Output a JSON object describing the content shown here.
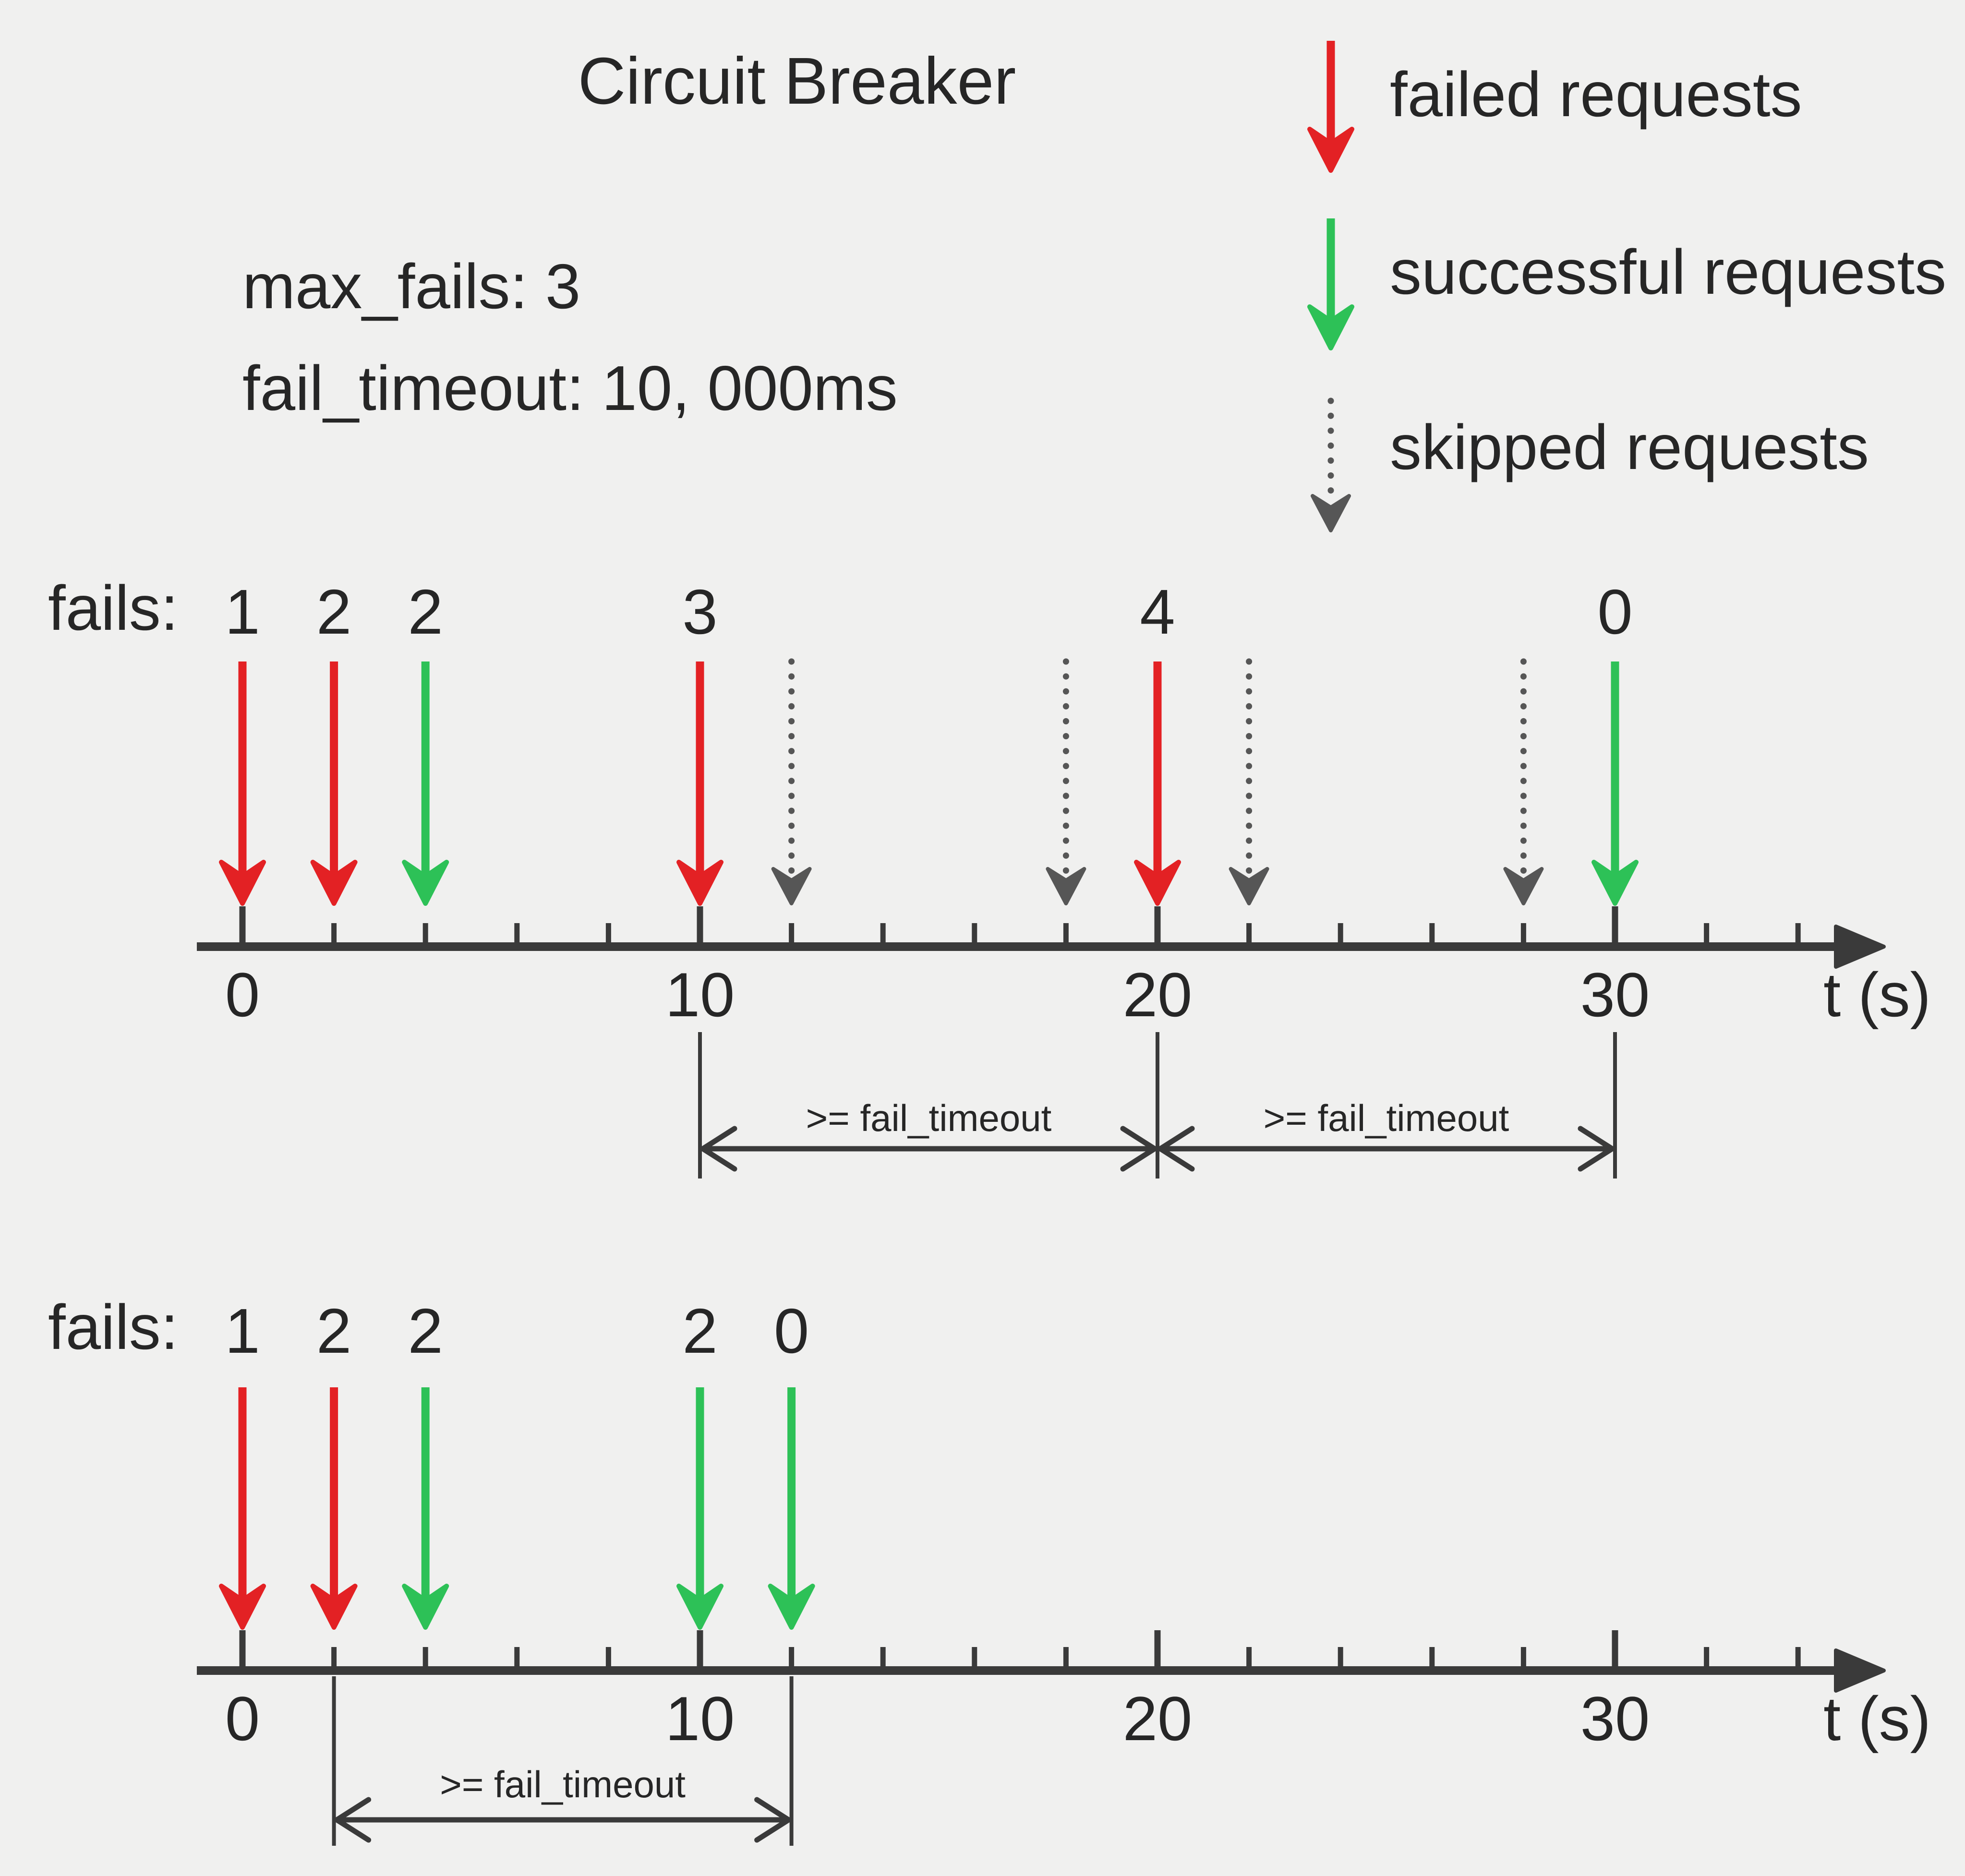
{
  "title": "Circuit Breaker",
  "params": {
    "max_fails": "max_fails: 3",
    "fail_timeout": "fail_timeout: 10, 000ms"
  },
  "legend": [
    {
      "kind": "failed",
      "style": "solid",
      "label": "failed requests"
    },
    {
      "kind": "successful",
      "style": "solid",
      "label": "successful requests"
    },
    {
      "kind": "skipped",
      "style": "dotted",
      "label": "skipped requests"
    }
  ],
  "colors": {
    "background": "#f0f0ef",
    "text": "#262626",
    "axis": "#3a3a3a",
    "failed": "#e32124",
    "successful": "#2dc157",
    "skipped": "#565656"
  },
  "axis": {
    "unit_label": "t (s)",
    "tick_labels": [
      {
        "t": 0,
        "text": "0"
      },
      {
        "t": 10,
        "text": "10"
      },
      {
        "t": 20,
        "text": "20"
      },
      {
        "t": 30,
        "text": "30"
      }
    ]
  },
  "timelines": [
    {
      "name": "timeline-1",
      "fails_label": "fails:",
      "events": [
        {
          "t": 0,
          "count": "1",
          "kind": "failed"
        },
        {
          "t": 2,
          "count": "2",
          "kind": "failed"
        },
        {
          "t": 4,
          "count": "2",
          "kind": "successful"
        },
        {
          "t": 10,
          "count": "3",
          "kind": "failed"
        },
        {
          "t": 12,
          "kind": "skipped"
        },
        {
          "t": 18,
          "kind": "skipped"
        },
        {
          "t": 20,
          "count": "4",
          "kind": "failed"
        },
        {
          "t": 22,
          "kind": "skipped"
        },
        {
          "t": 28,
          "kind": "skipped"
        },
        {
          "t": 30,
          "count": "0",
          "kind": "successful"
        }
      ],
      "annotations": [
        {
          "from_t": 10,
          "to_t": 20,
          "label": ">= fail_timeout"
        },
        {
          "from_t": 20,
          "to_t": 30,
          "label": ">= fail_timeout"
        }
      ]
    },
    {
      "name": "timeline-2",
      "fails_label": "fails:",
      "events": [
        {
          "t": 0,
          "count": "1",
          "kind": "failed"
        },
        {
          "t": 2,
          "count": "2",
          "kind": "failed"
        },
        {
          "t": 4,
          "count": "2",
          "kind": "successful"
        },
        {
          "t": 10,
          "count": "2",
          "kind": "successful"
        },
        {
          "t": 12,
          "count": "0",
          "kind": "successful"
        }
      ],
      "annotations": [
        {
          "from_t": 2,
          "to_t": 12,
          "label": ">= fail_timeout"
        }
      ]
    }
  ]
}
